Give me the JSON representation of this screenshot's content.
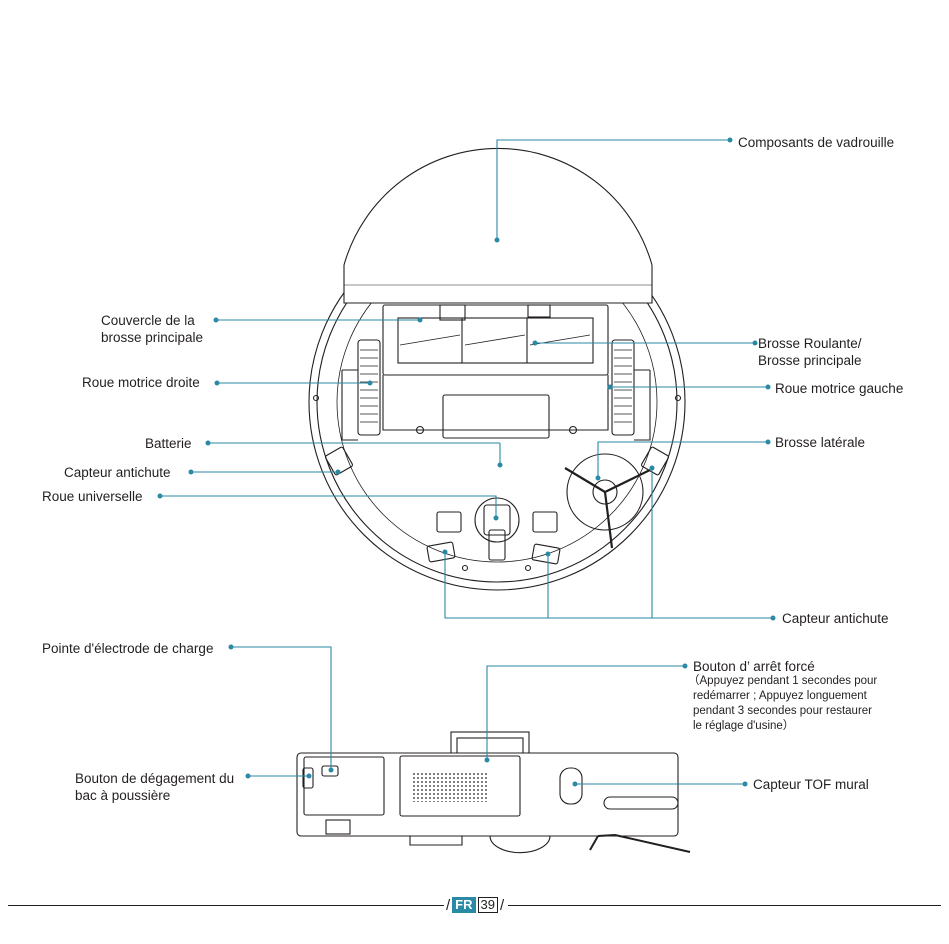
{
  "labels": {
    "mop": "Composants de vadrouille",
    "brush_cover_1": "Couvercle de la",
    "brush_cover_2": "brosse principale",
    "right_wheel": "Roue motrice droite",
    "rolling_brush_1": "Brosse Roulante/",
    "rolling_brush_2": "Brosse principale",
    "left_wheel": "Roue motrice gauche",
    "battery": "Batterie",
    "side_brush": "Brosse latérale",
    "cliff_sensor_left": "Capteur antichute",
    "universal_wheel": "Roue universelle",
    "cliff_sensor_bottom": "Capteur antichute",
    "charge_electrode": "Pointe d'électrode de charge",
    "force_stop_title": "Bouton d’ arrêt forcé",
    "force_stop_note_1": "（Appuyez pendant 1 secondes pour",
    "force_stop_note_2": "redémarrer ; Appuyez longuement",
    "force_stop_note_3": "pendant 3 secondes pour restaurer",
    "force_stop_note_4": "le réglage d'usine）",
    "dustbin_release_1": "Bouton de dégagement du",
    "dustbin_release_2": "bac à poussière",
    "tof_sensor": "Capteur TOF mural"
  },
  "footer": {
    "lang": "FR",
    "page": "39"
  },
  "colors": {
    "accent": "#2a8aa5",
    "line": "#231f20"
  }
}
